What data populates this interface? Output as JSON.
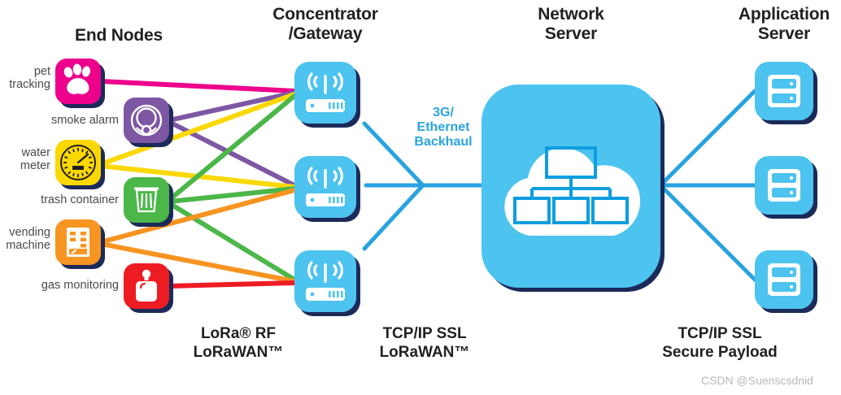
{
  "columns": {
    "end_nodes": {
      "title": "End Nodes"
    },
    "concentrator": {
      "title": "Concentrator\n/Gateway"
    },
    "network_server": {
      "title": "Network\nServer"
    },
    "application_server": {
      "title": "Application\nServer"
    }
  },
  "end_nodes": [
    {
      "label": "pet\ntracking",
      "icon": "paw-print-icon",
      "color": "#ec008c"
    },
    {
      "label": "smoke alarm",
      "icon": "smoke-alarm-icon",
      "color": "#7d57a4"
    },
    {
      "label": "water\nmeter",
      "icon": "water-meter-icon",
      "color": "#fad804"
    },
    {
      "label": "trash container",
      "icon": "trash-container-icon",
      "color": "#4cb749"
    },
    {
      "label": "vending\nmachine",
      "icon": "vending-machine-icon",
      "color": "#f79421"
    },
    {
      "label": "gas monitoring",
      "icon": "gas-cylinder-icon",
      "color": "#ed1c24"
    }
  ],
  "gateways": [
    {
      "icon": "gateway-antenna-icon"
    },
    {
      "icon": "gateway-antenna-icon"
    },
    {
      "icon": "gateway-antenna-icon"
    }
  ],
  "network_server": {
    "icon": "cloud-network-icon"
  },
  "application_servers": [
    {
      "icon": "server-rack-icon"
    },
    {
      "icon": "server-rack-icon"
    },
    {
      "icon": "server-rack-icon"
    }
  ],
  "backhaul": {
    "label": "3G/\nEthernet\nBackhaul",
    "color": "#29a3e0"
  },
  "protocols": [
    {
      "label": "LoRa® RF\nLoRaWAN™"
    },
    {
      "label": "TCP/IP SSL\nLoRaWAN™"
    },
    {
      "label": "TCP/IP SSL\nSecure Payload"
    }
  ],
  "watermark": {
    "text": "CSDN @Suenscsdnid"
  },
  "palette": {
    "tile_blue": "#4ec3ef",
    "link_blue": "#29a3e0",
    "shadow_navy": "#1f2a5a",
    "title_dark": "#231f20",
    "label_gray": "#4a4a4a"
  }
}
